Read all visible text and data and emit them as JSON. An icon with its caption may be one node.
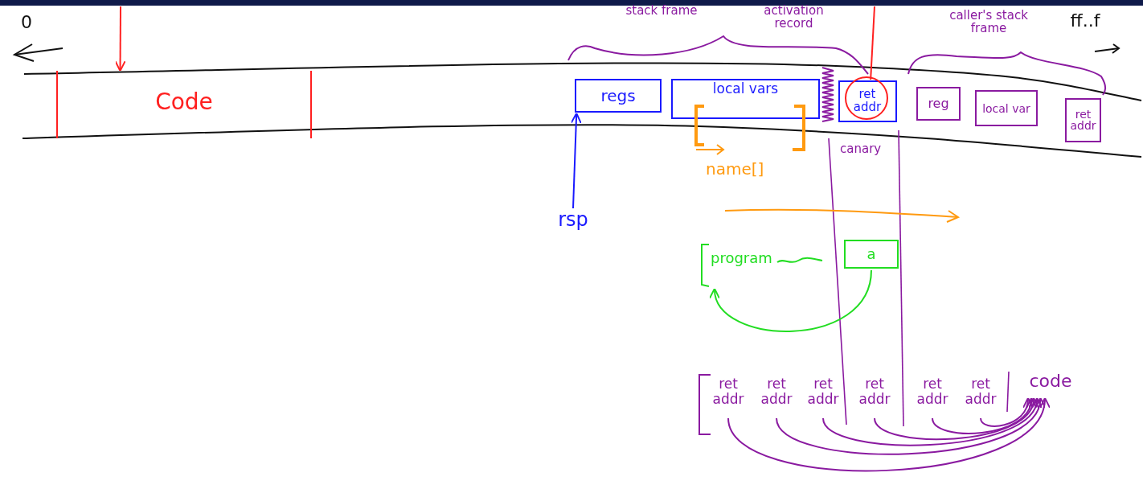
{
  "diagram": {
    "nodes": [
      {
        "text": [
          "Code"
        ]
      },
      {
        "text": [
          "regs"
        ]
      },
      {
        "text": [
          "local vars"
        ]
      },
      {
        "text": [
          "name[]"
        ]
      },
      {
        "text": [
          "canary"
        ]
      },
      {
        "text": [
          "ret addr"
        ]
      },
      {
        "text": [
          "reg"
        ]
      },
      {
        "text": [
          "local var"
        ]
      },
      {
        "text": [
          "ret addr"
        ]
      },
      {
        "text": [
          "rsp"
        ]
      },
      {
        "text": [
          "program"
        ]
      },
      {
        "text": [
          "a"
        ]
      },
      {
        "text": [
          "ret addr"
        ]
      },
      {
        "text": [
          "ret addr"
        ]
      },
      {
        "text": [
          "ret addr"
        ]
      },
      {
        "text": [
          "ret addr"
        ]
      },
      {
        "text": [
          "ret addr"
        ]
      },
      {
        "text": [
          "ret addr"
        ]
      },
      {
        "text": [
          "code"
        ]
      }
    ],
    "edges": [
      {
        "from": null,
        "to": 0,
        "arrow": "to",
        "color": "#ff2020"
      },
      {
        "from": null,
        "to": 5,
        "arrow": "none",
        "color": "#ff2020"
      },
      {
        "from": 9,
        "to": 1,
        "arrow": "to",
        "color": "#1a1aff"
      },
      {
        "from": 11,
        "to": 10,
        "arrow": "to",
        "color": "#22dd22"
      },
      {
        "from": 12,
        "to": 18,
        "arrow": "to"
      },
      {
        "from": 13,
        "to": 18,
        "arrow": "to"
      },
      {
        "from": 14,
        "to": 18,
        "arrow": "to"
      },
      {
        "from": 15,
        "to": 18,
        "arrow": "to"
      },
      {
        "from": 16,
        "to": 18,
        "arrow": "to"
      },
      {
        "from": 17,
        "to": 18,
        "arrow": "to"
      }
    ],
    "labels": [
      "0",
      "stack frame",
      "activation record",
      "caller's stack frame",
      "ff..f"
    ]
  }
}
